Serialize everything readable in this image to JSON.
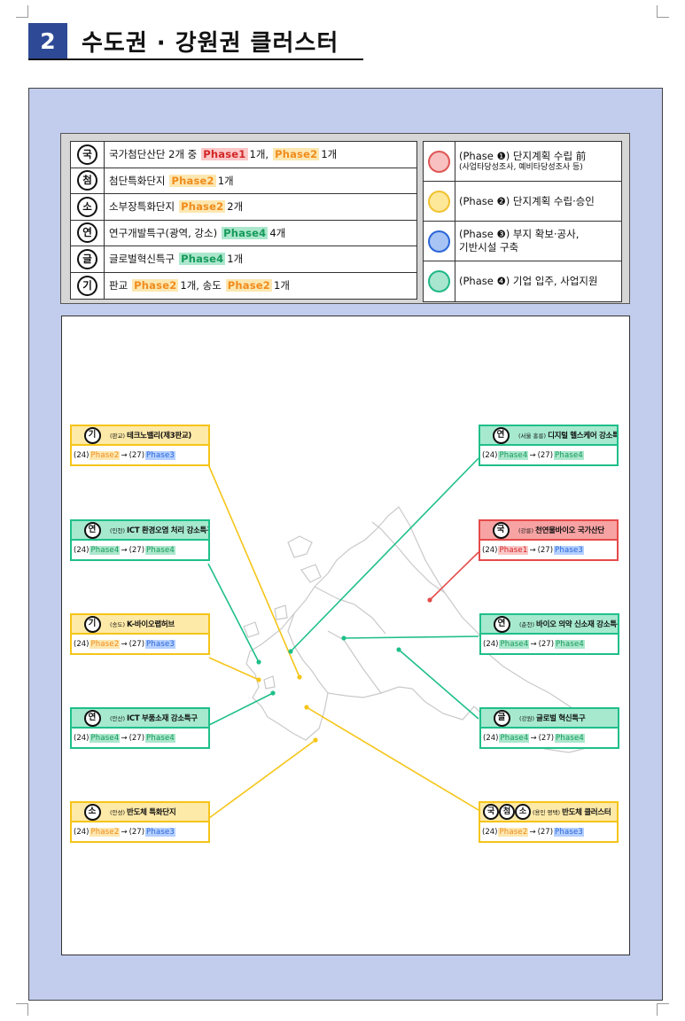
{
  "header": {
    "number": "2",
    "title": "수도권 · 강원권 클러스터"
  },
  "legend": {
    "types": [
      {
        "symbol": "국",
        "pre": "국가첨단산단 2개 중",
        "parts": [
          {
            "tag": "Phase1",
            "cls": "p1",
            "count": "1개,"
          },
          {
            "tag": "Phase2",
            "cls": "p2",
            "count": "1개"
          }
        ]
      },
      {
        "symbol": "첨",
        "pre": "첨단특화단지",
        "parts": [
          {
            "tag": "Phase2",
            "cls": "p2",
            "count": "1개"
          }
        ]
      },
      {
        "symbol": "소",
        "pre": "소부장특화단지",
        "parts": [
          {
            "tag": "Phase2",
            "cls": "p2",
            "count": "2개"
          }
        ]
      },
      {
        "symbol": "연",
        "pre": "연구개발특구(광역, 강소)",
        "parts": [
          {
            "tag": "Phase4",
            "cls": "p4",
            "count": "4개"
          }
        ]
      },
      {
        "symbol": "글",
        "pre": "글로벌혁신특구",
        "parts": [
          {
            "tag": "Phase4",
            "cls": "p4",
            "count": "1개"
          }
        ]
      },
      {
        "symbol": "기",
        "pre": "판교",
        "parts": [
          {
            "tag": "Phase2",
            "cls": "p2",
            "count": "1개, 송도"
          },
          {
            "tag": "Phase2",
            "cls": "p2",
            "count": "1개"
          }
        ]
      }
    ],
    "phases": [
      {
        "line1": "(Phase ❶) 단지계획 수립 前",
        "line2": "(사업타당성조사, 예비타당성조사 등)",
        "fill": "#f8c0c0",
        "stroke": "#e05555"
      },
      {
        "line1": "(Phase ❷) 단지계획 수립·승인",
        "line2": "",
        "fill": "#fde89a",
        "stroke": "#f2c230"
      },
      {
        "line1": "(Phase ❸) 부지 확보·공사,",
        "line2": "기반시설 구축",
        "fill": "#a8c4f5",
        "stroke": "#2b66d8"
      },
      {
        "line1": "(Phase ❹) 기업 입주, 사업지원",
        "line2": "",
        "fill": "#a8e6cf",
        "stroke": "#20b888"
      }
    ]
  },
  "callouts": [
    {
      "id": "pangyo",
      "color": "y",
      "icons": [
        "기"
      ],
      "region": "(판교)",
      "name": "테크노밸리(제3판교)",
      "from": "Phase2",
      "from_cls": "p2",
      "to": "Phase3",
      "to_cls": "p3",
      "prefix_from": "(24)",
      "prefix_to": "(27)"
    },
    {
      "id": "incheon-ict",
      "color": "g",
      "icons": [
        "연"
      ],
      "region": "(인천)",
      "name": "ICT 환경오염 처리 강소특구",
      "from": "Phase4",
      "from_cls": "p4",
      "to": "Phase4",
      "to_cls": "p4",
      "prefix_from": "(24)",
      "prefix_to": "(27)"
    },
    {
      "id": "songdo",
      "color": "y",
      "icons": [
        "기"
      ],
      "region": "(송도)",
      "name": "K-바이오랩허브",
      "from": "Phase2",
      "from_cls": "p2",
      "to": "Phase3",
      "to_cls": "p3",
      "prefix_from": "(24)",
      "prefix_to": "(27)"
    },
    {
      "id": "ansan",
      "color": "g",
      "icons": [
        "연"
      ],
      "region": "(안산)",
      "name": "ICT 부품소재 강소특구",
      "from": "Phase4",
      "from_cls": "p4",
      "to": "Phase4",
      "to_cls": "p4",
      "prefix_from": "(24)",
      "prefix_to": "(27)"
    },
    {
      "id": "anseong",
      "color": "y",
      "icons": [
        "소"
      ],
      "region": "(안성)",
      "name": "반도체 특화단지",
      "from": "Phase2",
      "from_cls": "p2",
      "to": "Phase3",
      "to_cls": "p3",
      "prefix_from": "(24)",
      "prefix_to": "(27)"
    },
    {
      "id": "seoul",
      "color": "g",
      "icons": [
        "연"
      ],
      "region": "(서울 홍릉)",
      "name": "디지털 헬스케어 강소특구",
      "from": "Phase4",
      "from_cls": "p4",
      "to": "Phase4",
      "to_cls": "p4",
      "prefix_from": "(24)",
      "prefix_to": "(27)"
    },
    {
      "id": "gangneung",
      "color": "r",
      "icons": [
        "국"
      ],
      "region": "(강릉)",
      "name": "천연물바이오 국가산단",
      "from": "Phase1",
      "from_cls": "p1",
      "to": "Phase3",
      "to_cls": "p3",
      "prefix_from": "(24)",
      "prefix_to": "(27)"
    },
    {
      "id": "chuncheon",
      "color": "g",
      "icons": [
        "연"
      ],
      "region": "(춘천)",
      "name": "바이오 의약 신소재 강소특구",
      "from": "Phase4",
      "from_cls": "p4",
      "to": "Phase4",
      "to_cls": "p4",
      "prefix_from": "(24)",
      "prefix_to": "(27)"
    },
    {
      "id": "wonju",
      "color": "g",
      "icons": [
        "글"
      ],
      "region": "(강원)",
      "name": "글로벌 혁신특구",
      "from": "Phase4",
      "from_cls": "p4",
      "to": "Phase4",
      "to_cls": "p4",
      "prefix_from": "(24)",
      "prefix_to": "(27)"
    },
    {
      "id": "yongin",
      "color": "y",
      "icons": [
        "국",
        "첨",
        "소"
      ],
      "region": "(용인 평택)",
      "name": "반도체 클러스터",
      "from": "Phase2",
      "from_cls": "p2",
      "to": "Phase3",
      "to_cls": "p3",
      "prefix_from": "(24)",
      "prefix_to": "(27)"
    }
  ],
  "colors": {
    "panel": "#c2ccec",
    "yellow": "#f5c518",
    "green": "#1fbf8a",
    "red": "#e64a4a",
    "header_blue": "#2e4a96"
  }
}
